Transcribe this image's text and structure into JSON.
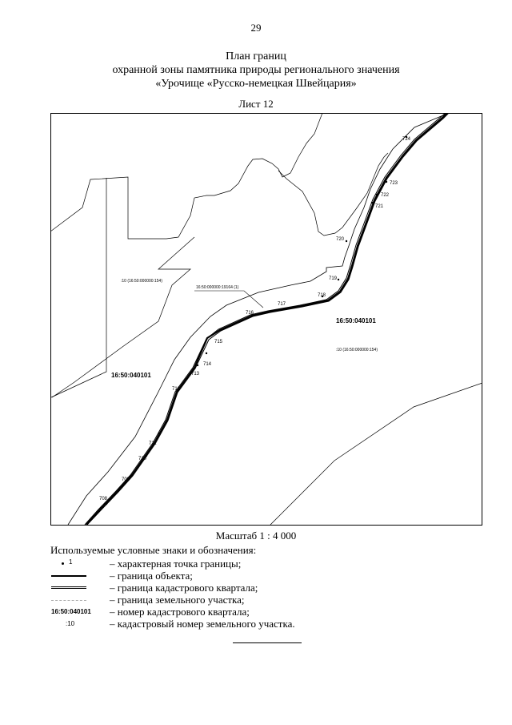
{
  "page_number": "29",
  "title": {
    "line1": "План границ",
    "line2": "охранной зоны памятника природы регионального значения",
    "line3": "«Урочище «Русско-немецкая Швейцария»"
  },
  "sheet_label": "Лист 12",
  "map": {
    "points": [
      {
        "label": "708"
      },
      {
        "label": "709"
      },
      {
        "label": "710"
      },
      {
        "label": "711"
      },
      {
        "label": "712"
      },
      {
        "label": "713"
      },
      {
        "label": "714"
      },
      {
        "label": "715"
      },
      {
        "label": "716"
      },
      {
        "label": "717"
      },
      {
        "label": "718"
      },
      {
        "label": "719"
      },
      {
        "label": "720"
      },
      {
        "label": "721"
      },
      {
        "label": "722"
      },
      {
        "label": "723"
      },
      {
        "label": "724"
      }
    ],
    "quarter_left": "16:50:040101",
    "quarter_right": "16:50:040101",
    "parcel_left": ":10 (16:50:000000:154)",
    "parcel_right": ":10 (16:50:000000:154)",
    "parcel_callout": "16:50:000000:19164 (1)"
  },
  "scale_label": "Масштаб 1 : 4 000",
  "legend": {
    "heading": "Используемые условные знаки и обозначения:",
    "items": [
      {
        "symbol_text": "1",
        "text": "– характерная точка границы;"
      },
      {
        "symbol_text": "",
        "text": "– граница объекта;"
      },
      {
        "symbol_text": "",
        "text": "– граница кадастрового квартала;"
      },
      {
        "symbol_text": "",
        "text": "– граница земельного участка;"
      },
      {
        "symbol_text": "16:50:040101",
        "text": "– номер кадастрового квартала;"
      },
      {
        "symbol_text": ":10",
        "text": "– кадастровый номер земельного участка."
      }
    ]
  }
}
